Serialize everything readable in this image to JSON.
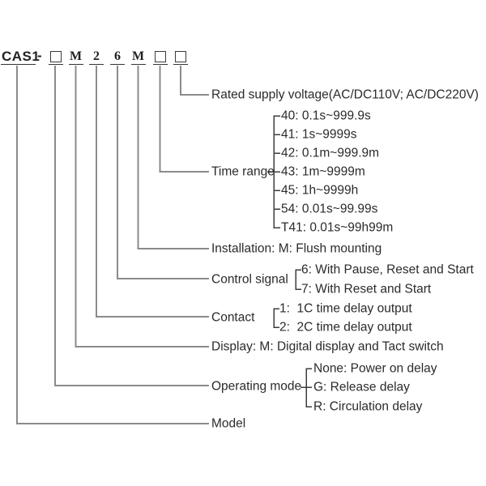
{
  "model_code": {
    "prefix": "CAS1",
    "separator": "-",
    "segments": [
      {
        "type": "box",
        "value": "□"
      },
      {
        "type": "char",
        "value": "M"
      },
      {
        "type": "char",
        "value": "2"
      },
      {
        "type": "char",
        "value": "6"
      },
      {
        "type": "char",
        "value": "M"
      },
      {
        "type": "box",
        "value": "□"
      },
      {
        "type": "box",
        "value": "□"
      }
    ]
  },
  "callouts": {
    "rated_voltage": {
      "label": "Rated supply voltage(AC/DC110V; AC/DC220V)"
    },
    "time_range": {
      "label": "Time range",
      "options": [
        "40: 0.1s~999.9s",
        "41: 1s~9999s",
        "42: 0.1m~999.9m",
        "43: 1m~9999m",
        "45: 1h~9999h",
        "54: 0.01s~99.99s",
        "T41: 0.01s~99h99m"
      ]
    },
    "installation": {
      "label": "Installation: M: Flush mounting"
    },
    "control_signal": {
      "label": "Control signal",
      "options": [
        "6: With Pause, Reset and Start",
        "7: With Reset and Start"
      ]
    },
    "contact": {
      "label": "Contact",
      "options": [
        "1:  1C time delay output",
        "2:  2C time delay output"
      ]
    },
    "display": {
      "label": "Display: M: Digital display and Tact switch"
    },
    "operating_mode": {
      "label": "Operating mode",
      "options": [
        "None: Power on delay",
        "G: Release delay",
        "R: Circulation delay"
      ]
    },
    "model": {
      "label": "Model"
    }
  },
  "colors": {
    "connector_line": "#8b8b8b",
    "bracket_line": "#3c3c3c",
    "text": "#2b2b2b",
    "background": "#ffffff"
  }
}
